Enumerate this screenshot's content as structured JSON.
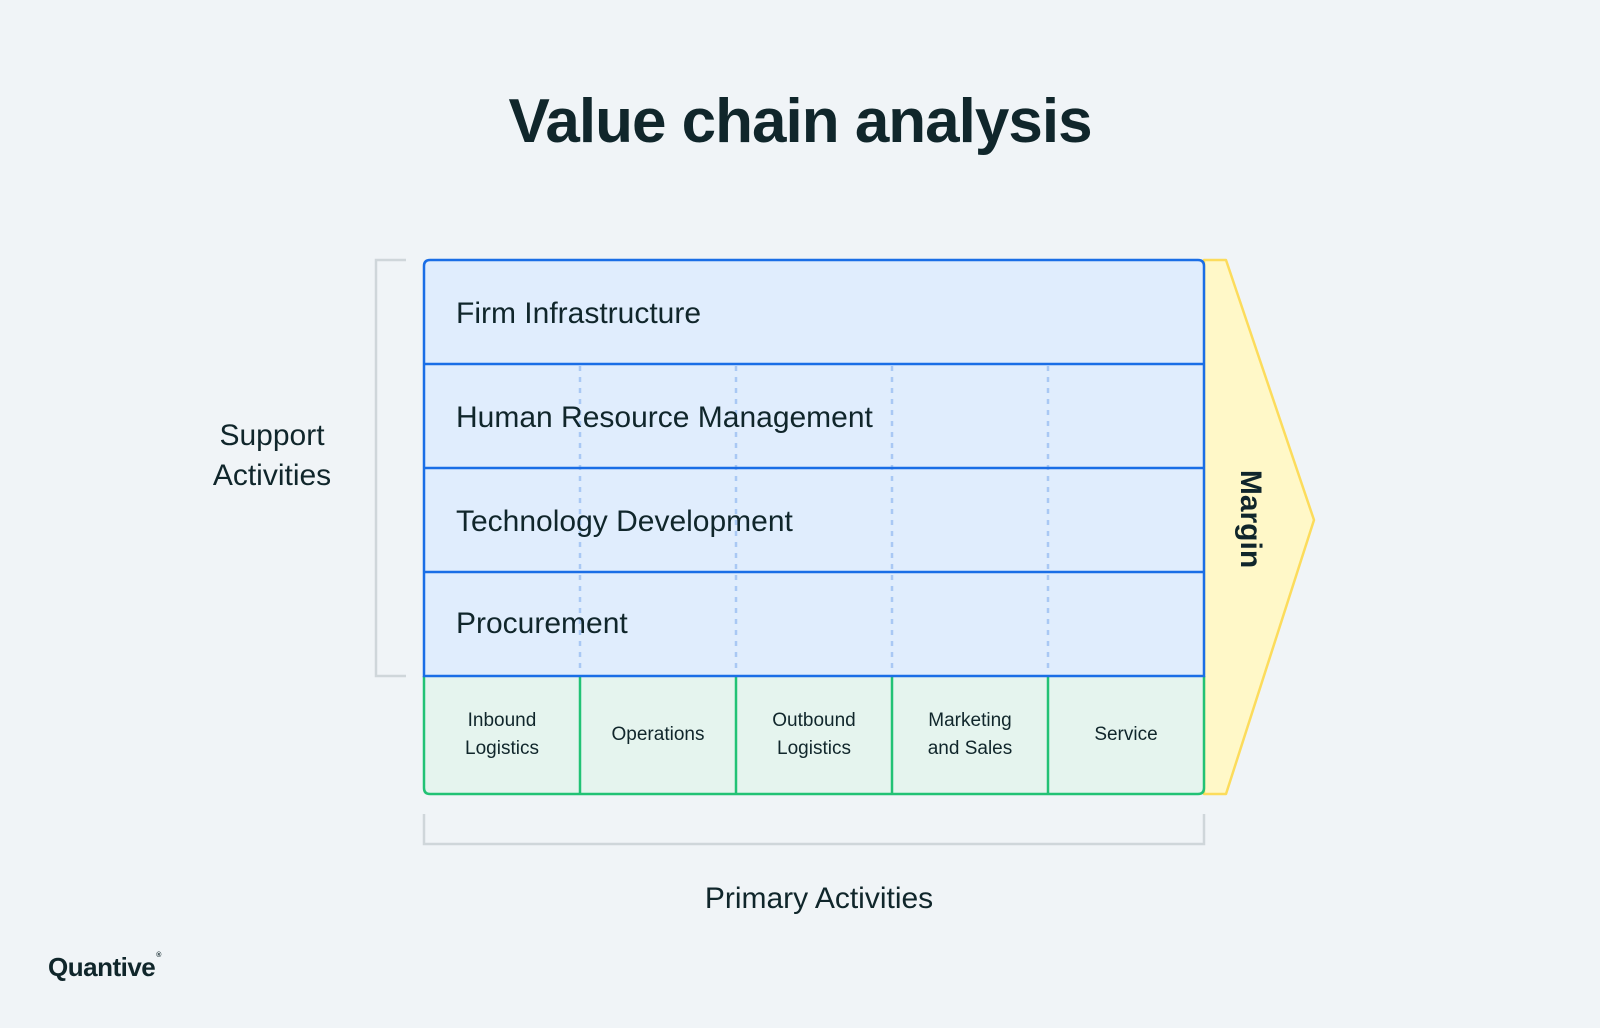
{
  "title": "Value chain analysis",
  "support": {
    "label_line1": "Support",
    "label_line2": "Activities",
    "rows": [
      "Firm Infrastructure",
      "Human Resource Management",
      "Technology Development",
      "Procurement"
    ]
  },
  "primary": {
    "label": "Primary Activities",
    "cells": [
      {
        "line1": "Inbound",
        "line2": "Logistics"
      },
      {
        "line1": "Operations",
        "line2": ""
      },
      {
        "line1": "Outbound",
        "line2": "Logistics"
      },
      {
        "line1": "Marketing",
        "line2": "and Sales"
      },
      {
        "line1": "Service",
        "line2": ""
      }
    ]
  },
  "margin_label": "Margin",
  "logo": "Quantive",
  "colors": {
    "background": "#f0f4f7",
    "support_fill": "#e0edfd",
    "support_border": "#1a6ee6",
    "dotted_divider": "#a9c8f4",
    "primary_fill": "#e5f4ee",
    "primary_border": "#22c275",
    "margin_fill": "#fff8c8",
    "margin_border": "#fcdc5c",
    "bracket": "#cfd6da"
  }
}
